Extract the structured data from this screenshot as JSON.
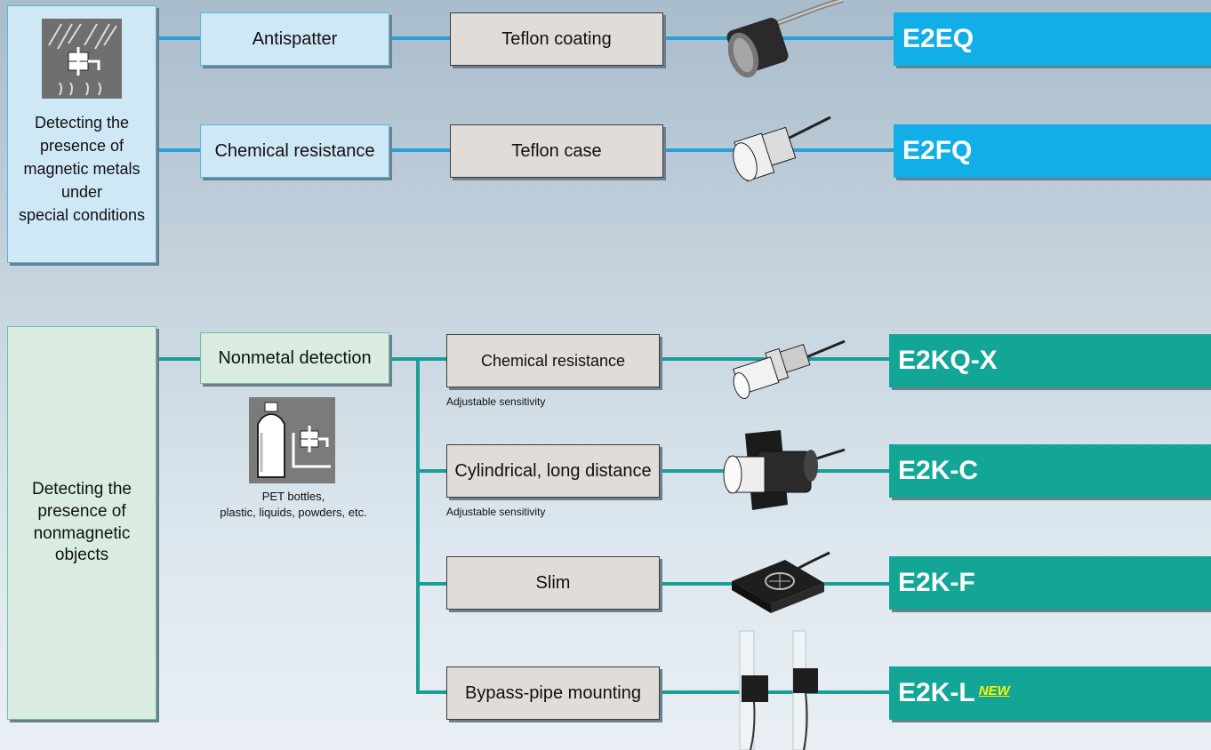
{
  "colors": {
    "connector_blue": "#2aa0d8",
    "connector_teal": "#1a9e96",
    "model_blue": "#11aee8",
    "model_teal": "#13a696"
  },
  "groups": [
    {
      "label": "Detecting the\npresence of\nmagnetic metals\nunder\nspecial conditions",
      "icon": "sensor-under-conditions-icon"
    },
    {
      "label": "Detecting the\npresence of\nnonmagnetic\nobjects"
    }
  ],
  "magnetic_rows": [
    {
      "feature": "Antispatter",
      "method": "Teflon coating",
      "model": "E2EQ",
      "image": "threaded-cylindrical-sensor-icon"
    },
    {
      "feature": "Chemical resistance",
      "method": "Teflon case",
      "model": "E2FQ",
      "image": "hex-body-sensor-icon"
    }
  ],
  "nonmetal": {
    "feature": "Nonmetal detection",
    "icon": "pet-bottle-sensor-icon",
    "caption": "PET bottles,\nplastic, liquids, powders, etc.",
    "rows": [
      {
        "method": "Chemical resistance",
        "note": "Adjustable sensitivity",
        "model": "E2KQ-X",
        "image": "threaded-probe-sensor-icon"
      },
      {
        "method": "Cylindrical, long distance",
        "note": "Adjustable sensitivity",
        "model": "E2K-C",
        "image": "bracket-mounted-sensor-icon"
      },
      {
        "method": "Slim",
        "note": "",
        "model": "E2K-F",
        "image": "flat-slim-sensor-icon"
      },
      {
        "method": "Bypass-pipe mounting",
        "note": "",
        "model": "E2K-L",
        "model_tag": "NEW",
        "image": "bypass-pipe-sensor-icon"
      }
    ]
  }
}
